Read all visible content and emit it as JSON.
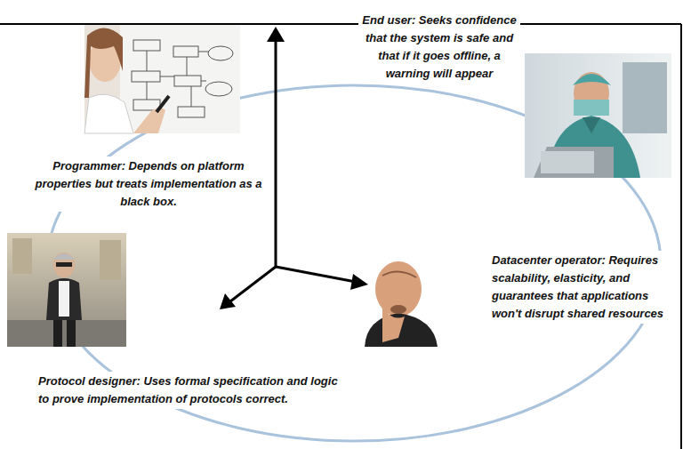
{
  "diagram": {
    "labels": [
      "Programmer: Depends on platform properties but treats implementation as a black box.",
      "End user: Seeks confidence that the system is safe and that if it goes offline, a warning will appear",
      "Datacenter operator: Requires scalability, elasticity, and guarantees that applications won't disrupt shared resources",
      "Protocol designer: Uses formal specification and logic to prove implementation of protocols correct."
    ]
  }
}
